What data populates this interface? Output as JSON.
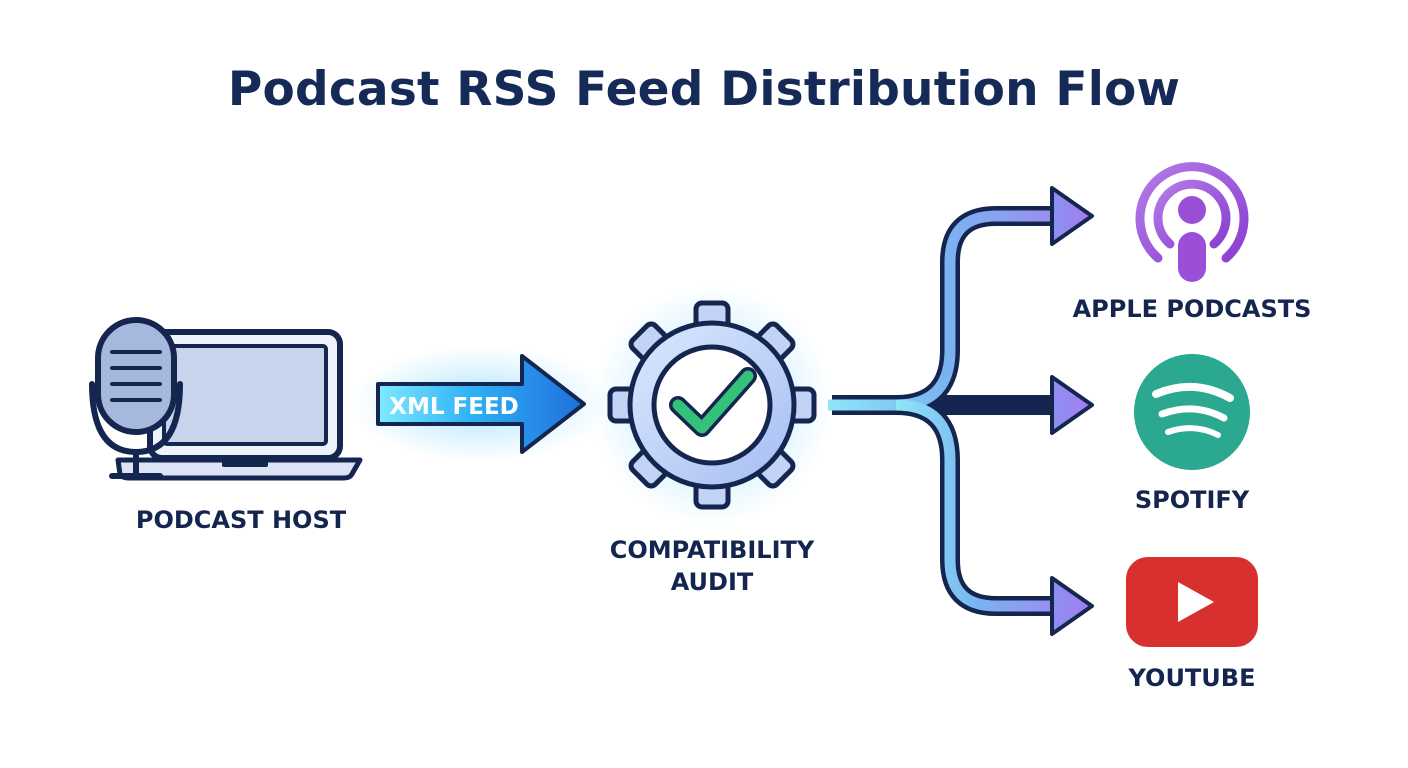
{
  "title": "Podcast RSS Feed Distribution Flow",
  "nodes": {
    "host": {
      "label": "PODCAST HOST"
    },
    "feed": {
      "label": "XML FEED"
    },
    "audit": {
      "label_line1": "COMPATIBILITY",
      "label_line2": "AUDIT"
    },
    "apple": {
      "label": "APPLE PODCASTS"
    },
    "spotify": {
      "label": "SPOTIFY"
    },
    "youtube": {
      "label": "YOUTUBE"
    }
  },
  "colors": {
    "navy": "#14264f",
    "feed_blue": "#1f7fe0",
    "audit_check": "#34c17a",
    "apple_purple": "#9b4fd6",
    "spotify_teal": "#2aa890",
    "youtube_red": "#d8302f"
  },
  "icons": {
    "host": "microphone-laptop-icon",
    "audit": "gear-check-icon",
    "apple": "apple-podcasts-icon",
    "spotify": "spotify-icon",
    "youtube": "youtube-icon"
  }
}
